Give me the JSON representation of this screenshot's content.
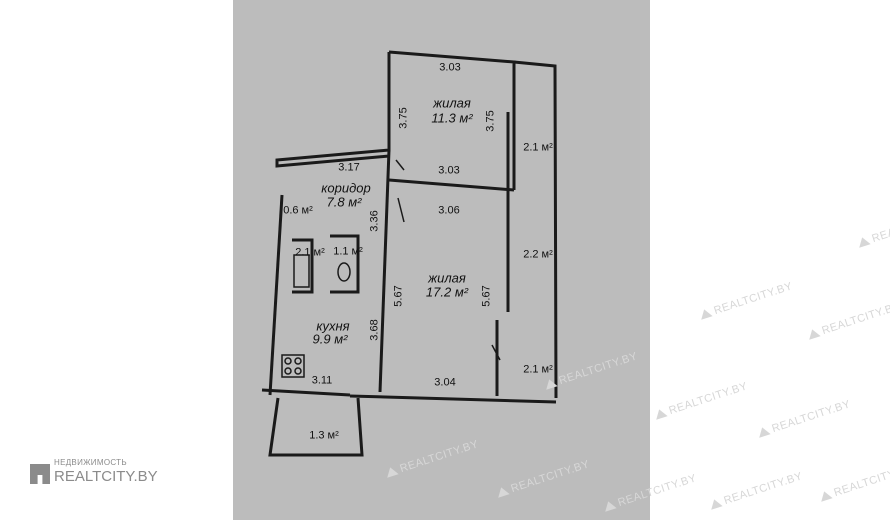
{
  "plan": {
    "rooms": [
      {
        "name": "жилая",
        "area": "11.3 м²"
      },
      {
        "name": "коридор",
        "area": "7.8 м²"
      },
      {
        "name": "жилая",
        "area": "17.2 м²"
      },
      {
        "name": "кухня",
        "area": "9.9 м²"
      }
    ],
    "small_areas": [
      "0.6 м²",
      "2.1 м²",
      "1.1 м²",
      "2.1 м²",
      "2.2 м²",
      "2.1 м²",
      "1.3 м²"
    ],
    "dimensions": [
      "3.03",
      "3.75",
      "3.75",
      "3.17",
      "3.03",
      "3.06",
      "3.36",
      "5.67",
      "5.67",
      "3.68",
      "3.11",
      "3.04"
    ]
  },
  "watermark": {
    "text": "REALTCITY.BY"
  },
  "brand": {
    "subtitle": "НЕДВИЖИМОСТЬ",
    "name": "REALTCITY.BY"
  }
}
